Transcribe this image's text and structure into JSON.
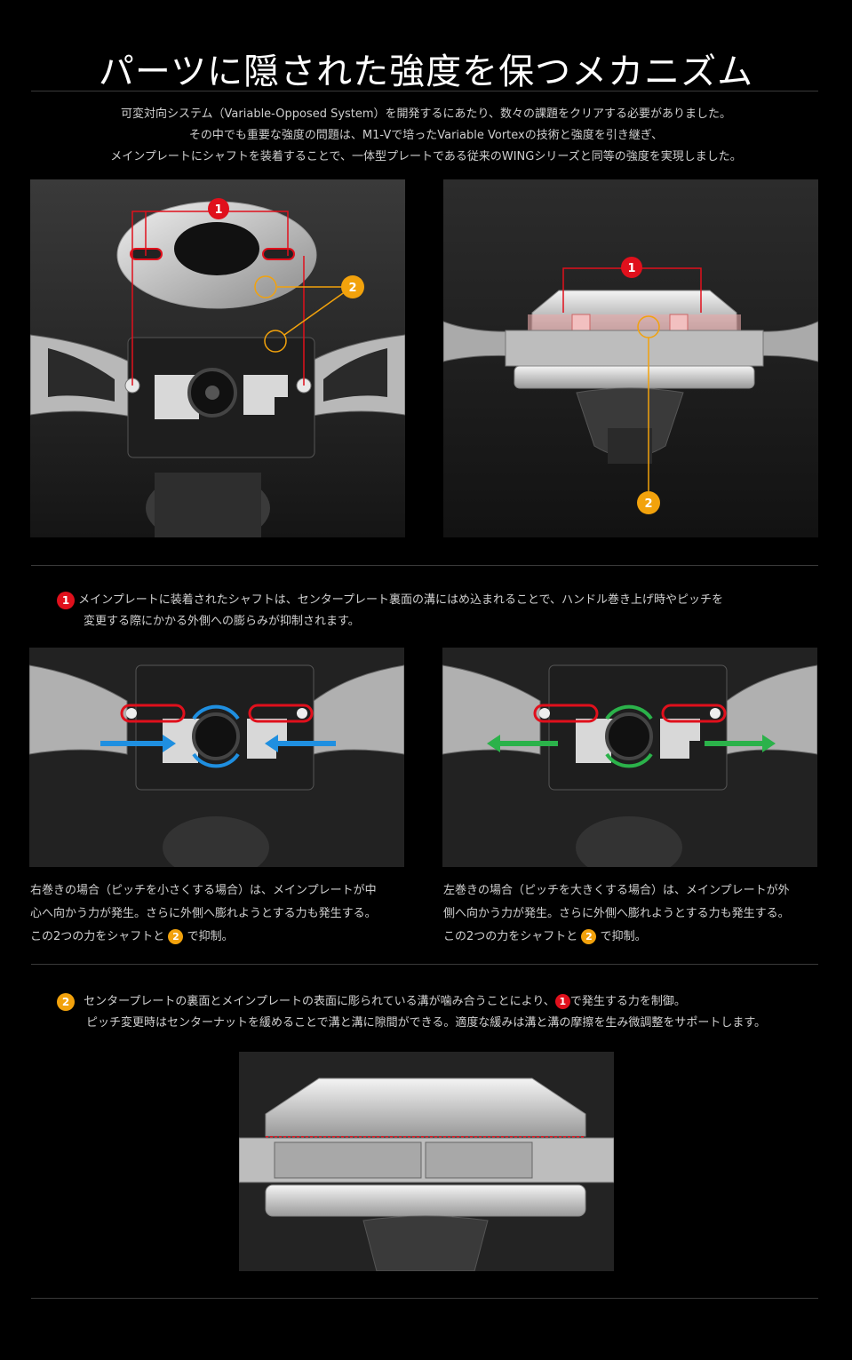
{
  "title": "パーツに隠された強度を保つメカニズム",
  "intro": [
    "可変対向システム（Variable-Opposed System）を開発するにあたり、数々の課題をクリアする必要がありました。",
    "その中でも重要な強度の問題は、M1-Vで培ったVariable Vortexの技術と強度を引き継ぎ、",
    "メインプレートにシャフトを装着することで、一体型プレートである従来のWINGシリーズと同等の強度を実現しました。"
  ],
  "badges": {
    "one": "1",
    "two": "2"
  },
  "colors": {
    "red": "#e0101c",
    "orange": "#f2a20c",
    "blue": "#1f8fe0",
    "green": "#2bb24a"
  },
  "note1": {
    "line1": "メインプレートに装着されたシャフトは、センタープレート裏面の溝にはめ込まれることで、ハンドル巻き上げ時やピッチを",
    "line2": "変更する際にかかる外側への膨らみが抑制されます。"
  },
  "caption_left": {
    "line1": "右巻きの場合（ピッチを小さくする場合）は、メインプレートが中",
    "line2": "心へ向かう力が発生。さらに外側へ膨れようとする力も発生する。",
    "line3_pre": "この2つの力をシャフトと",
    "line3_post": "で抑制。"
  },
  "caption_right": {
    "line1": "左巻きの場合（ピッチを大きくする場合）は、メインプレートが外",
    "line2": "側へ向かう力が発生。さらに外側へ膨れようとする力も発生する。",
    "line3_pre": "この2つの力をシャフトと",
    "line3_post": "で抑制。"
  },
  "note2": {
    "line1_pre": "センタープレートの裏面とメインプレートの表面に彫られている溝が噛み合うことにより、",
    "line1_post": "で発生する力を制御。",
    "line2": "ピッチ変更時はセンターナットを緩めることで溝と溝に隙間ができる。適度な緩みは溝と溝の摩擦を生み微調整をサポートします。"
  }
}
